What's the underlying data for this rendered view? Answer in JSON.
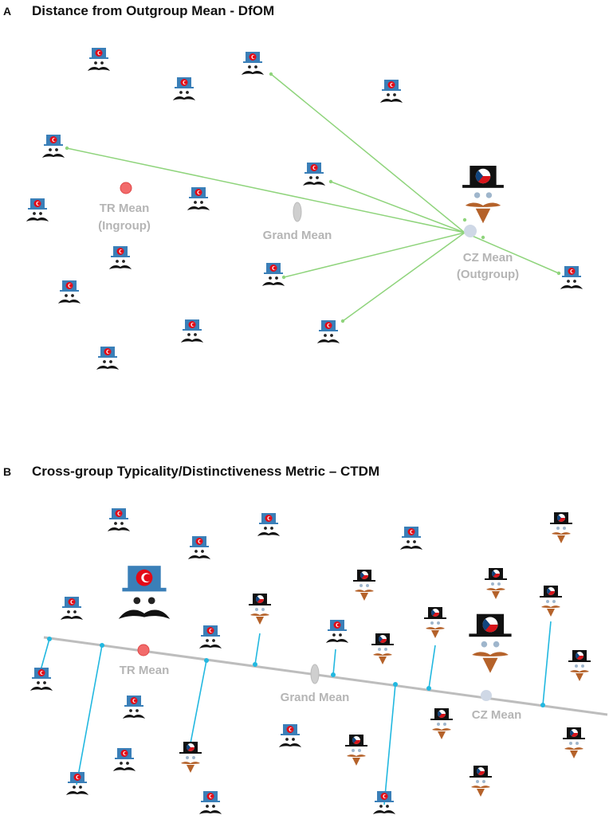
{
  "panel_a": {
    "letter": "A",
    "title": "Distance from Outgroup Mean - DfOM",
    "labels": {
      "tr_mean_line1": "TR Mean",
      "tr_mean_line2": "(Ingroup)",
      "grand_mean": "Grand Mean",
      "cz_mean_line1": "CZ Mean",
      "cz_mean_line2": "(Outgroup)"
    }
  },
  "panel_b": {
    "letter": "B",
    "title": "Cross-group Typicality/Distinctiveness Metric – CTDM",
    "labels": {
      "tr_mean": "TR Mean",
      "grand_mean": "Grand Mean",
      "cz_mean": "CZ Mean"
    }
  },
  "colors": {
    "tr_hat": "#3a7fb8",
    "tr_flag": "#e30a17",
    "cz_hat": "#111111",
    "cz_mustache": "#b5622a",
    "dfom_lines": "#8fd47c",
    "ctdm_lines": "#22b8e0",
    "projection_axis": "#bdbdbd",
    "tr_mean_dot": "#f26a6a",
    "cz_mean_dot": "#cfd8e6",
    "grand_mean_dot": "#cfcfcf",
    "mean_label": "#b5b5b5"
  },
  "icons": {
    "tr_face": "turkish-face-icon",
    "cz_face": "czech-face-icon"
  }
}
